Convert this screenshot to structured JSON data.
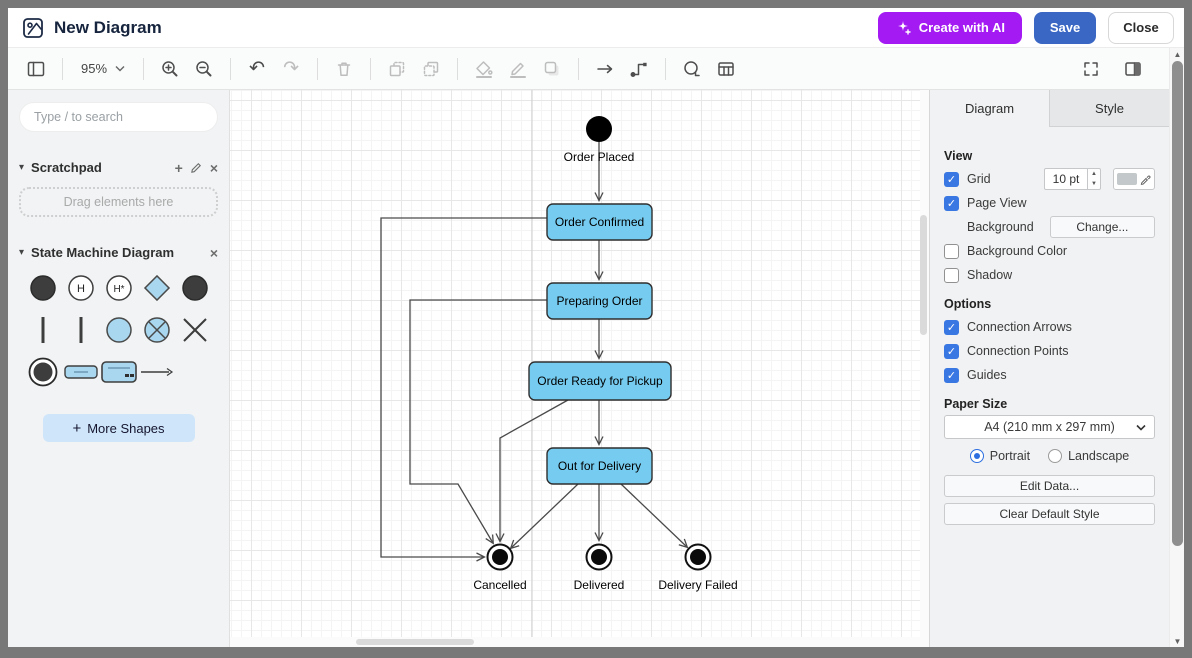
{
  "header": {
    "title": "New Diagram",
    "buttons": {
      "create_ai": "Create with AI",
      "save": "Save",
      "close": "Close"
    }
  },
  "toolbar": {
    "zoom_value": "95%"
  },
  "sidebar": {
    "search_placeholder": "Type / to search",
    "scratchpad": {
      "title": "Scratchpad",
      "hint": "Drag elements here"
    },
    "shapes": {
      "title": "State Machine Diagram",
      "more_label": "More Shapes",
      "items": [
        "initial-state",
        "shallow-history",
        "deep-history",
        "choice",
        "end-state",
        "fork-bar",
        "join-bar",
        "junction",
        "crossed-junction",
        "cross",
        "final-state",
        "state",
        "composite-state",
        "transition"
      ]
    }
  },
  "canvas": {
    "states": [
      {
        "id": "start",
        "type": "initial",
        "label": "Order Placed"
      },
      {
        "id": "confirmed",
        "type": "state",
        "label": "Order Confirmed"
      },
      {
        "id": "preparing",
        "type": "state",
        "label": "Preparing Order"
      },
      {
        "id": "ready",
        "type": "state",
        "label": "Order Ready for Pickup"
      },
      {
        "id": "out",
        "type": "state",
        "label": "Out for Delivery"
      },
      {
        "id": "cancelled",
        "type": "final",
        "label": "Cancelled"
      },
      {
        "id": "delivered",
        "type": "final",
        "label": "Delivered"
      },
      {
        "id": "failed",
        "type": "final",
        "label": "Delivery Failed"
      }
    ],
    "transitions": [
      {
        "from": "start",
        "to": "confirmed"
      },
      {
        "from": "confirmed",
        "to": "preparing"
      },
      {
        "from": "preparing",
        "to": "ready"
      },
      {
        "from": "ready",
        "to": "out"
      },
      {
        "from": "out",
        "to": "delivered"
      },
      {
        "from": "out",
        "to": "cancelled"
      },
      {
        "from": "out",
        "to": "failed"
      },
      {
        "from": "confirmed",
        "to": "cancelled"
      },
      {
        "from": "preparing",
        "to": "cancelled"
      },
      {
        "from": "ready",
        "to": "cancelled"
      }
    ]
  },
  "right_panel": {
    "tabs": [
      {
        "label": "Diagram",
        "active": true
      },
      {
        "label": "Style",
        "active": false
      }
    ],
    "view": {
      "heading": "View",
      "grid_label": "Grid",
      "grid_checked": true,
      "grid_size_value": "10 pt",
      "page_view_label": "Page View",
      "page_view_checked": true,
      "background_label": "Background",
      "change_button": "Change...",
      "background_color_label": "Background Color",
      "background_color_checked": false,
      "shadow_label": "Shadow",
      "shadow_checked": false
    },
    "options": {
      "heading": "Options",
      "items": [
        {
          "label": "Connection Arrows",
          "checked": true
        },
        {
          "label": "Connection Points",
          "checked": true
        },
        {
          "label": "Guides",
          "checked": true
        }
      ]
    },
    "paper": {
      "heading": "Paper Size",
      "size_value": "A4 (210 mm x 297 mm)",
      "portrait_label": "Portrait",
      "landscape_label": "Landscape",
      "portrait_selected": true,
      "edit_data_button": "Edit Data...",
      "clear_style_button": "Clear Default Style"
    }
  },
  "icons": {
    "plus": "+",
    "close": "×",
    "collapse": "▾",
    "check": "✓",
    "undo": "↶",
    "redo": "↷"
  },
  "colors": {
    "accent_purple": "#a41af2",
    "accent_blue": "#3a67c4",
    "checkbox_blue": "#3977e3",
    "state_fill": "#76ccf0",
    "state_stroke": "#2f2f2f",
    "edge": "#4a4a4a"
  }
}
